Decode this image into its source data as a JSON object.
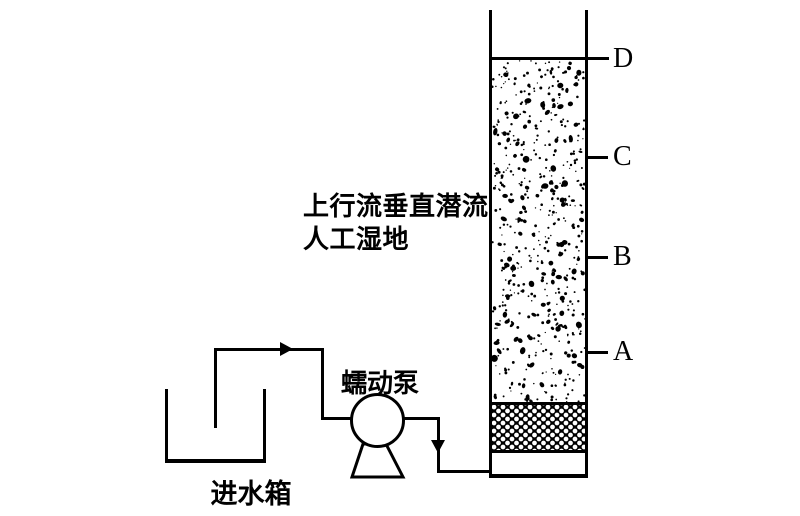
{
  "diagram": {
    "title_line1": "上行流垂直潜流",
    "title_line2": "人工湿地",
    "pump_label": "蠕动泵",
    "tank_label": "进水箱",
    "port_labels": [
      "D",
      "C",
      "B",
      "A"
    ],
    "colors": {
      "ink": "#000000",
      "background": "#ffffff"
    }
  }
}
